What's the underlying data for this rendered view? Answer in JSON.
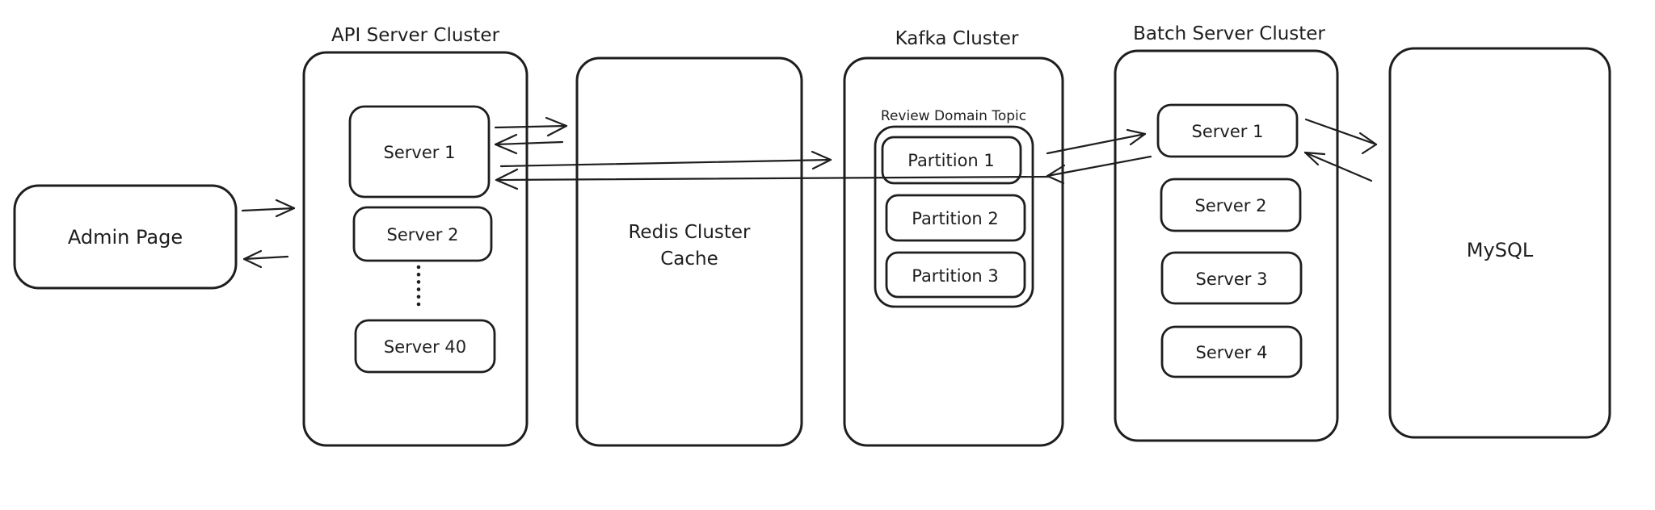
{
  "diagram_type": "system-architecture-diagram",
  "colors": {
    "stroke": "#1e1e1e",
    "background": "#ffffff",
    "text": "#1e1e1e"
  },
  "nodes": {
    "admin_page": {
      "label": "Admin Page"
    },
    "api_cluster": {
      "title": "API Server Cluster",
      "servers": [
        "Server 1",
        "Server 2",
        "Server 40"
      ],
      "ellipsis_icon": "vertical-dots"
    },
    "redis": {
      "label": "Redis Cluster Cache",
      "label_lines": [
        "Redis Cluster",
        "Cache"
      ]
    },
    "kafka": {
      "title": "Kafka Cluster",
      "topic": {
        "label": "Review Domain Topic",
        "partitions": [
          "Partition 1",
          "Partition 2",
          "Partition 3"
        ]
      }
    },
    "batch_cluster": {
      "title": "Batch Server Cluster",
      "servers": [
        "Server 1",
        "Server 2",
        "Server 3",
        "Server 4"
      ]
    },
    "mysql": {
      "label": "MySQL"
    }
  },
  "edges": [
    {
      "from": "admin_page",
      "to": "api_cluster"
    },
    {
      "from": "api_cluster",
      "to": "admin_page"
    },
    {
      "from": "api_server_1",
      "to": "redis_cluster_cache"
    },
    {
      "from": "redis_cluster_cache",
      "to": "api_server_1"
    },
    {
      "from": "api_server_1",
      "to": "kafka_cluster"
    },
    {
      "from": "kafka_cluster",
      "to": "api_server_1"
    },
    {
      "from": "kafka_partition_1",
      "to": "batch_server_1"
    },
    {
      "from": "batch_server_1",
      "to": "kafka_partition_1"
    },
    {
      "from": "batch_server_1",
      "to": "mysql"
    },
    {
      "from": "mysql",
      "to": "batch_server_1"
    }
  ]
}
